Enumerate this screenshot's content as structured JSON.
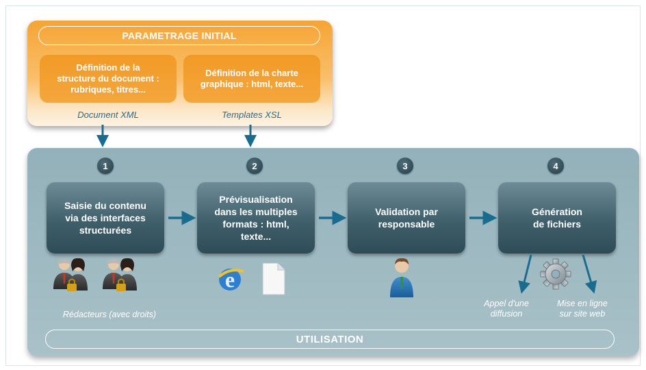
{
  "param": {
    "title": "PARAMETRAGE INITIAL",
    "boxes": [
      {
        "text": "Définition de la\nstructure du document :\nrubriques, titres...",
        "caption": "Document XML"
      },
      {
        "text": "Définition de la charte\ngraphique : html, texte...",
        "caption": "Templates XSL"
      }
    ]
  },
  "steps": [
    {
      "number": "1",
      "text": "Saisie du contenu\nvia des interfaces\nstructurées"
    },
    {
      "number": "2",
      "text": "Prévisualisation\ndans les multiples\nformats : html,\ntexte..."
    },
    {
      "number": "3",
      "text": "Validation par\nresponsable"
    },
    {
      "number": "4",
      "text": "Génération\nde fichiers"
    }
  ],
  "captions": {
    "redacteurs": "Rédacteurs (avec droits)",
    "appel": "Appel d'une\ndiffusion",
    "mise_en_ligne": "Mise en ligne\nsur site web"
  },
  "utilisation": "UTILISATION",
  "icons": [
    "user-group-lock-icon",
    "user-group-lock-icon",
    "internet-explorer-icon",
    "document-icon",
    "user-icon",
    "gear-icon"
  ],
  "colors": {
    "orange": "#f29a26",
    "teal": "#1a6c8e",
    "box": "#3f5f6b",
    "panel": "#a0bac2"
  }
}
